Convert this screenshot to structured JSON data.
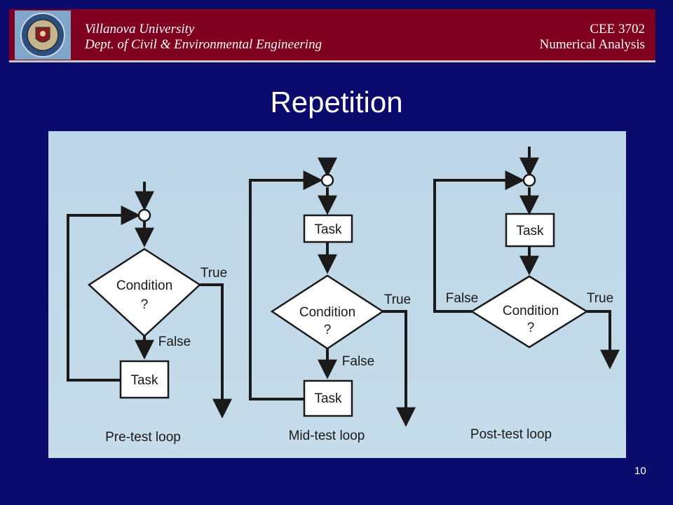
{
  "header": {
    "university": "Villanova University",
    "department": "Dept. of Civil & Environmental Engineering",
    "course_code": "CEE 3702",
    "course_name": "Numerical Analysis"
  },
  "slide": {
    "title": "Repetition",
    "page_number": "10"
  },
  "diagram": {
    "pre_test": {
      "condition": "Condition",
      "q": "?",
      "true_label": "True",
      "false_label": "False",
      "task": "Task",
      "caption": "Pre-test loop"
    },
    "mid_test": {
      "task_top": "Task",
      "condition": "Condition",
      "q": "?",
      "true_label": "True",
      "false_label": "False",
      "task_bottom": "Task",
      "caption": "Mid-test loop"
    },
    "post_test": {
      "task": "Task",
      "condition": "Condition",
      "q": "?",
      "false_label": "False",
      "true_label": "True",
      "caption": "Post-test loop"
    }
  },
  "colors": {
    "background": "#0b0b6e",
    "banner": "#800020",
    "figure_bg": "#bfd7e8",
    "node_fill": "#ffffff",
    "stroke": "#1a1a1a"
  }
}
